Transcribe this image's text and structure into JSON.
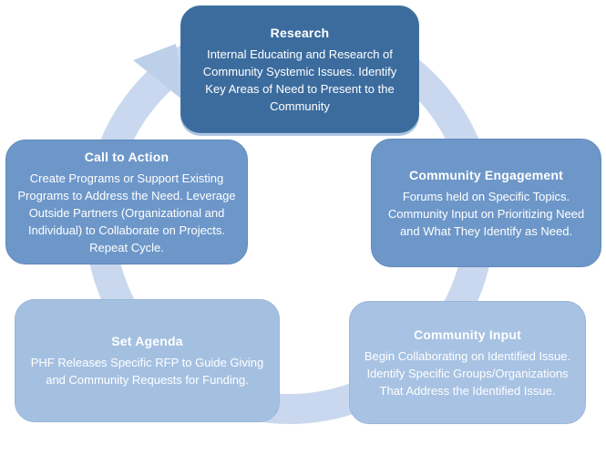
{
  "diagram": {
    "kind": "cycle",
    "direction": "clockwise",
    "ring_color": "#C9D8EE",
    "arrow_color": "#BDD0E9",
    "text_color": "#FFFFFF",
    "node_fill_dark": "#3C6C9E",
    "node_fill_medium": "#6D97C9",
    "node_fill_light": "#A7C2E3",
    "nodes": [
      {
        "id": "research",
        "position": "top",
        "title": "Research",
        "body": "Internal Educating and Research of Community Systemic Issues. Identify Key Areas of Need to Present to the Community",
        "fill": "#3C6C9E"
      },
      {
        "id": "community-engagement",
        "position": "right",
        "title": "Community Engagement",
        "body": "Forums held on Specific Topics. Community Input on Prioritizing Need and What They Identify as Need.",
        "fill": "#6D97C9"
      },
      {
        "id": "community-input",
        "position": "bottom-right",
        "title": "Community Input",
        "body": "Begin Collaborating on Identified Issue. Identify Specific Groups/Organizations That Address the Identified Issue.",
        "fill": "#A7C2E3"
      },
      {
        "id": "set-agenda",
        "position": "bottom-left",
        "title": "Set Agenda",
        "body": "PHF Releases Specific RFP to Guide Giving and Community Requests for Funding.",
        "fill": "#A4C0E1"
      },
      {
        "id": "call-to-action",
        "position": "left",
        "title": "Call to Action",
        "body": "Create Programs or Support Existing Programs to Address the Need. Leverage Outside Partners (Organizational and Individual) to Collaborate on Projects. Repeat Cycle.",
        "fill": "#6D97C9"
      }
    ]
  }
}
